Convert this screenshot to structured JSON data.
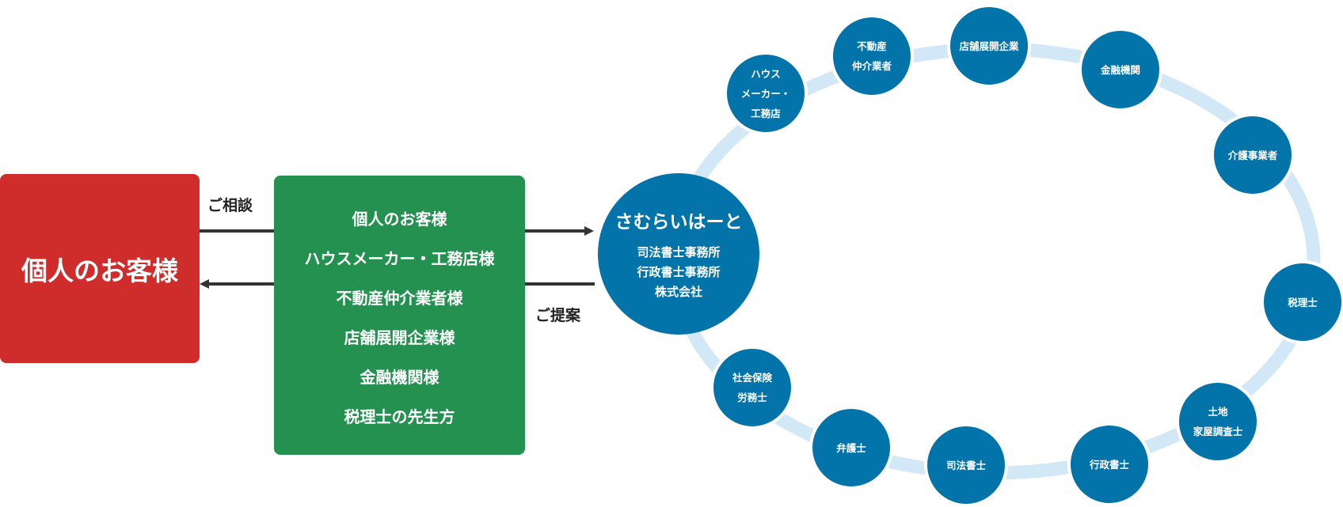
{
  "customer": {
    "label": "個人のお客様"
  },
  "flow": {
    "consult_label": "ご相談",
    "propose_label": "ご提案"
  },
  "partners": {
    "items": [
      "個人のお客様",
      "ハウスメーカー・工務店様",
      "不動産仲介業者様",
      "店舗展開企業様",
      "金融機関様",
      "税理士の先生方"
    ]
  },
  "hub": {
    "name": "さむらいはーと",
    "lines": [
      "司法書士事務所",
      "行政書士事務所",
      "株式会社"
    ]
  },
  "network": {
    "nodes": [
      {
        "lines": [
          "ハウス",
          "メーカー・",
          "工務店"
        ]
      },
      {
        "lines": [
          "不動産",
          "仲介業者"
        ]
      },
      {
        "lines": [
          "店舗展開企業"
        ]
      },
      {
        "lines": [
          "金融機関"
        ]
      },
      {
        "lines": [
          "介護事業者"
        ]
      },
      {
        "lines": [
          "税理士"
        ]
      },
      {
        "lines": [
          "土地",
          "家屋調査士"
        ]
      },
      {
        "lines": [
          "行政書士"
        ]
      },
      {
        "lines": [
          "司法書士"
        ]
      },
      {
        "lines": [
          "弁護士"
        ]
      },
      {
        "lines": [
          "社会保険",
          "労務士"
        ]
      }
    ]
  },
  "colors": {
    "customer": "#cf2c2c",
    "partners": "#249150",
    "hub": "#0274a9",
    "ring": "#d3e8f7",
    "arrow": "#333333"
  }
}
